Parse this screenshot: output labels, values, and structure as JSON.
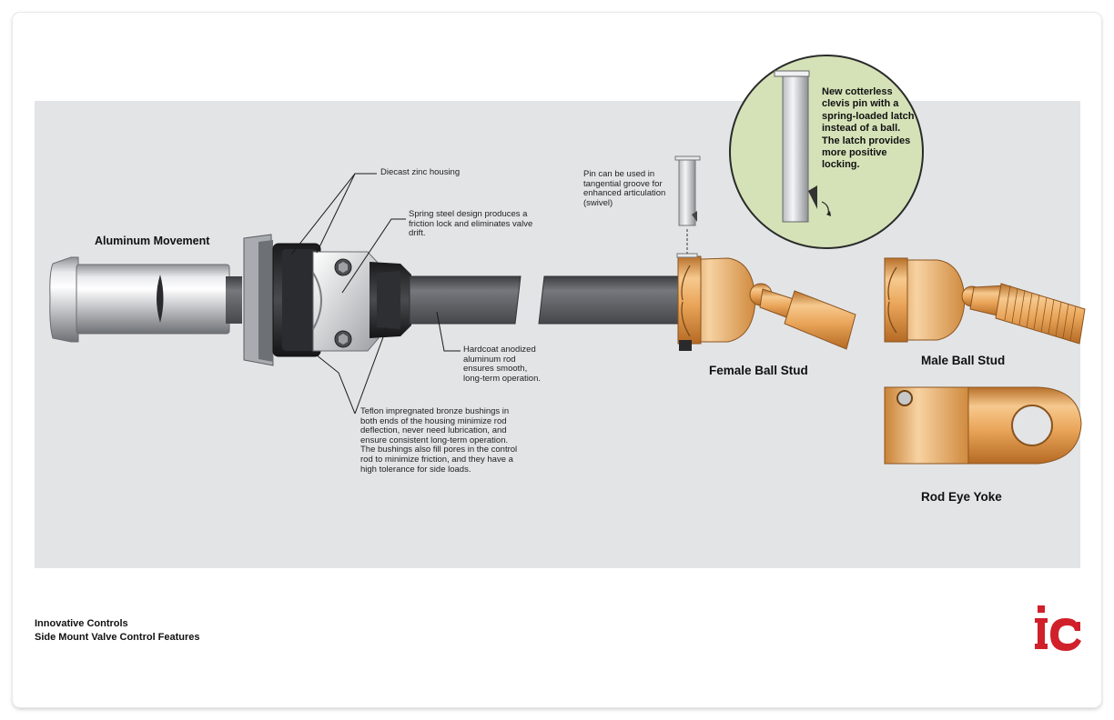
{
  "labels": {
    "aluminum_movement": "Aluminum Movement",
    "female_ball_stud": "Female Ball Stud",
    "male_ball_stud": "Male Ball Stud",
    "rod_eye_yoke": "Rod Eye Yoke"
  },
  "callouts": {
    "diecast": "Diecast zinc housing",
    "spring_steel": "Spring steel design produces a friction lock and eliminates valve drift.",
    "hardcoat": "Hardcoat anodized aluminum rod ensures smooth, long-term operation.",
    "teflon": "Teflon impregnated bronze bushings in both ends of the housing minimize rod deflection, never need lubrication, and ensure consistent long-term operation. The bushings also fill pores in the control rod to minimize friction, and they have a high tolerance for side loads.",
    "pin": "Pin can be used in tangential groove for enhanced articulation (swivel)",
    "clevis": "New cotterless clevis pin with a spring-loaded latch instead of a ball. The latch provides more positive locking."
  },
  "footer": {
    "company": "Innovative Controls",
    "title": "Side Mount Valve Control Features"
  },
  "logo": {
    "text": "ic",
    "color": "#d0202a"
  },
  "colors": {
    "panel": "#e3e4e6",
    "magnifier": "#d5e2b8",
    "brass": "#e8a45a",
    "rod": "#5a5c60"
  }
}
